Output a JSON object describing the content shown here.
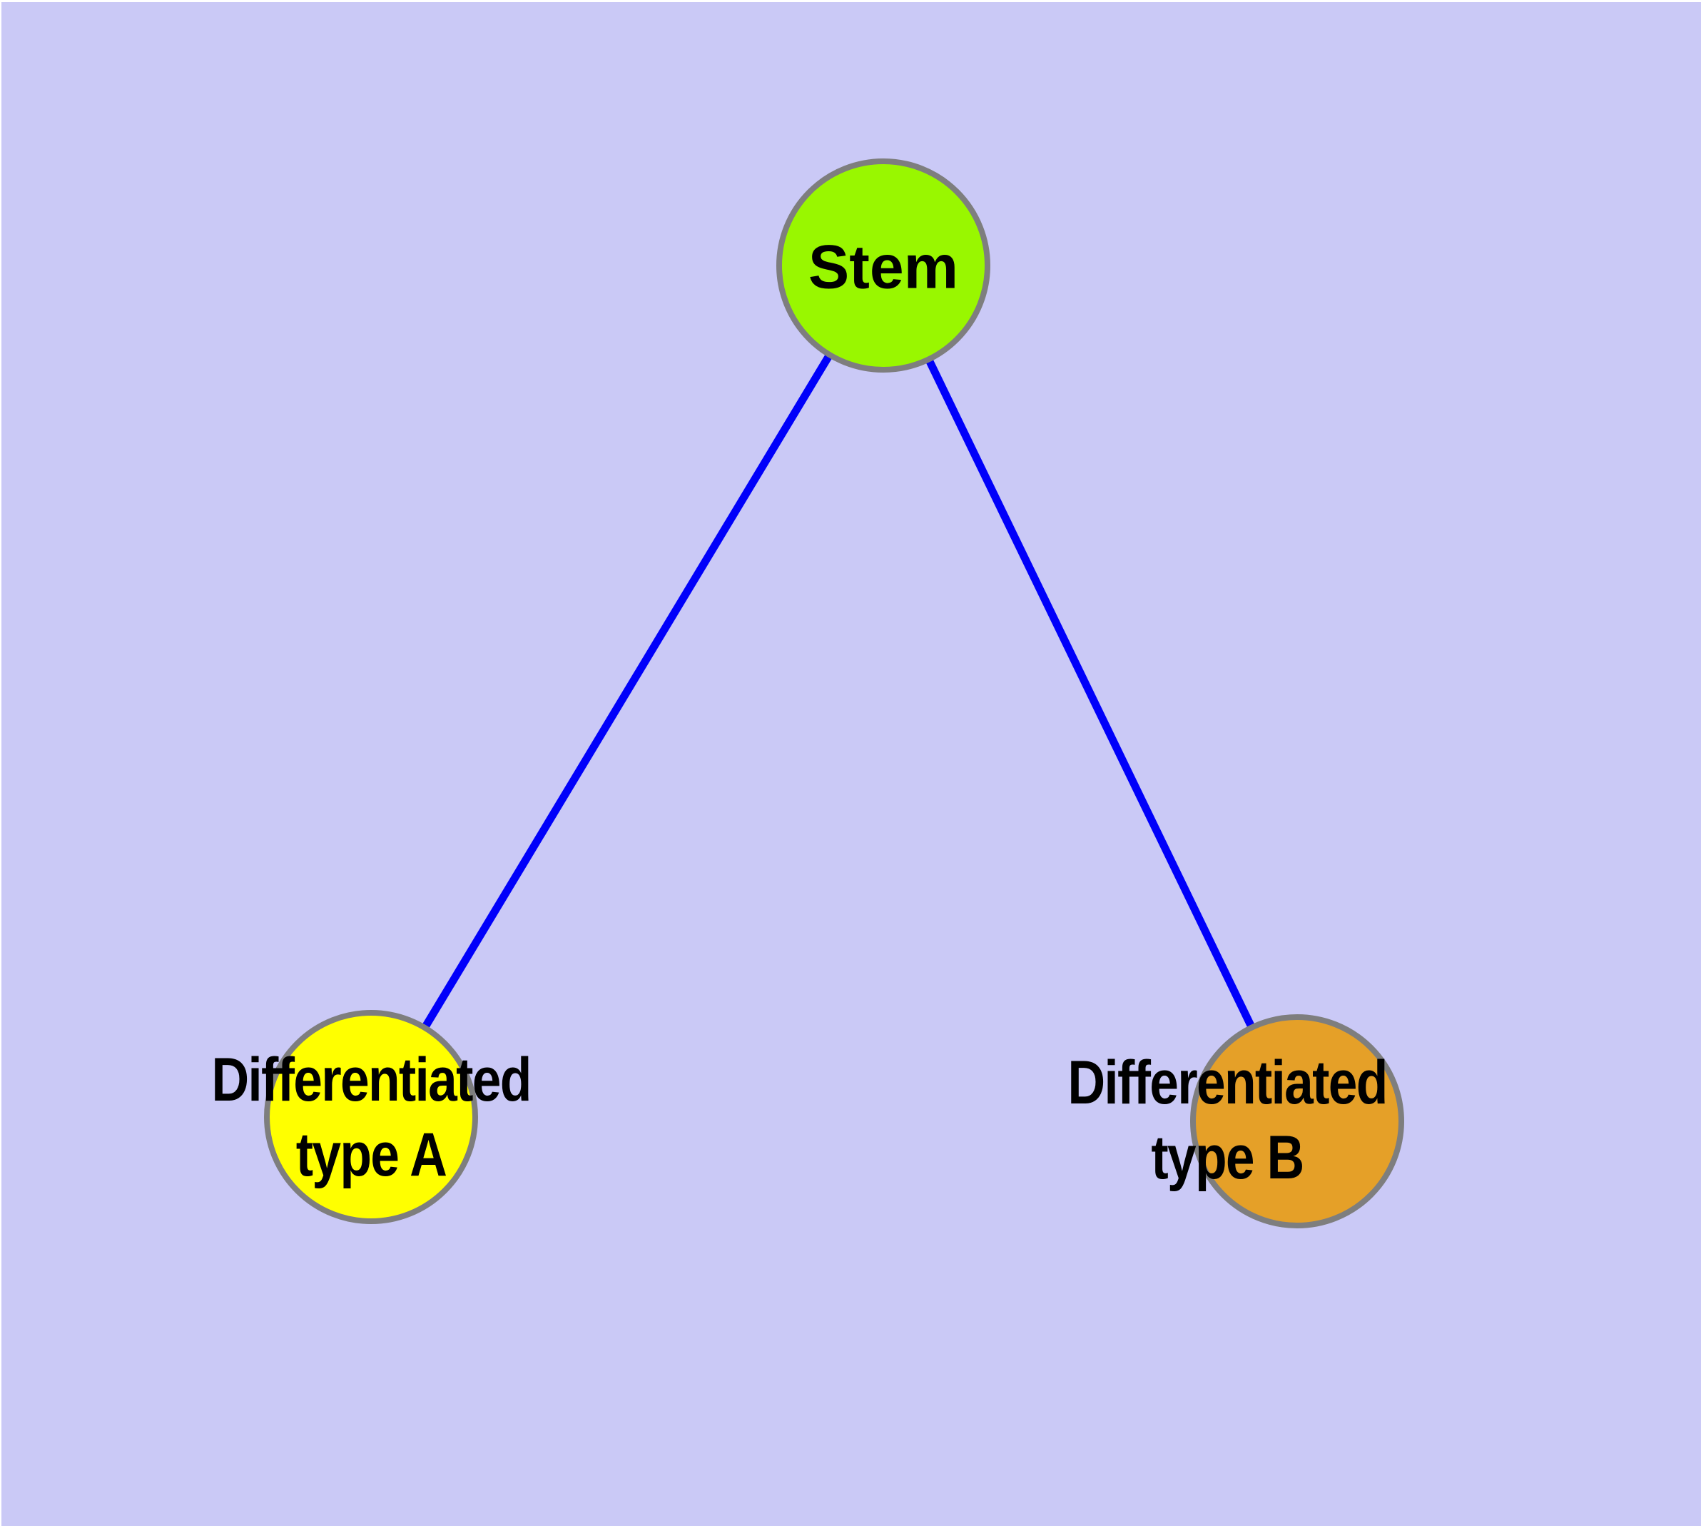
{
  "diagram": {
    "background_color": "#cac9f6",
    "frame_color": "#ffffff",
    "edge_color": "#0000fa",
    "node_border_color": "#7e7e7e",
    "label_text_color": "#000000",
    "nodes": [
      {
        "id": "stem",
        "label": "Stem",
        "fill": "#99f700",
        "shape": "circle"
      },
      {
        "id": "differentiated-type-a",
        "label": "Differentiated\ntype A",
        "fill": "#ffff00",
        "shape": "circle"
      },
      {
        "id": "differentiated-type-b",
        "label": "Differentiated\ntype B",
        "fill": "#e5a028",
        "shape": "circle"
      }
    ],
    "edges": [
      {
        "from": "stem",
        "to": "differentiated-type-a"
      },
      {
        "from": "stem",
        "to": "differentiated-type-b"
      }
    ]
  }
}
